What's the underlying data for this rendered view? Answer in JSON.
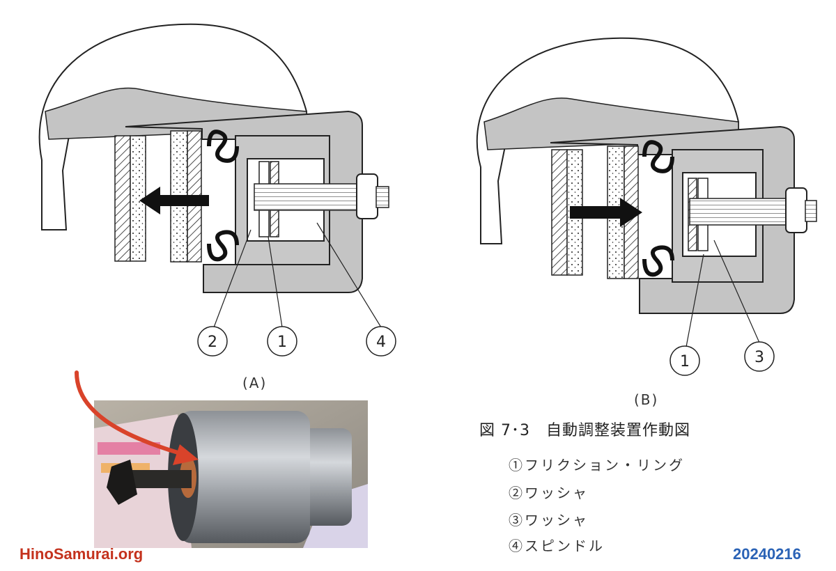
{
  "diagram_a": {
    "caption": "(A)",
    "callouts": [
      "2",
      "1",
      "4"
    ]
  },
  "diagram_b": {
    "caption": "(B)",
    "callouts": [
      "1",
      "3"
    ]
  },
  "figure_title": "図 7･3　自動調整装置作動図",
  "legend": [
    "①フリクション・リング",
    "②ワッシャ",
    "③ワッシャ",
    "④スピンドル"
  ],
  "footer": {
    "site": "HinoSamurai.org",
    "date": "20240216"
  },
  "colors": {
    "site": "#c4321d",
    "date": "#2b63b6",
    "arrow": "#d9432a",
    "housing": "#c4c4c4"
  }
}
